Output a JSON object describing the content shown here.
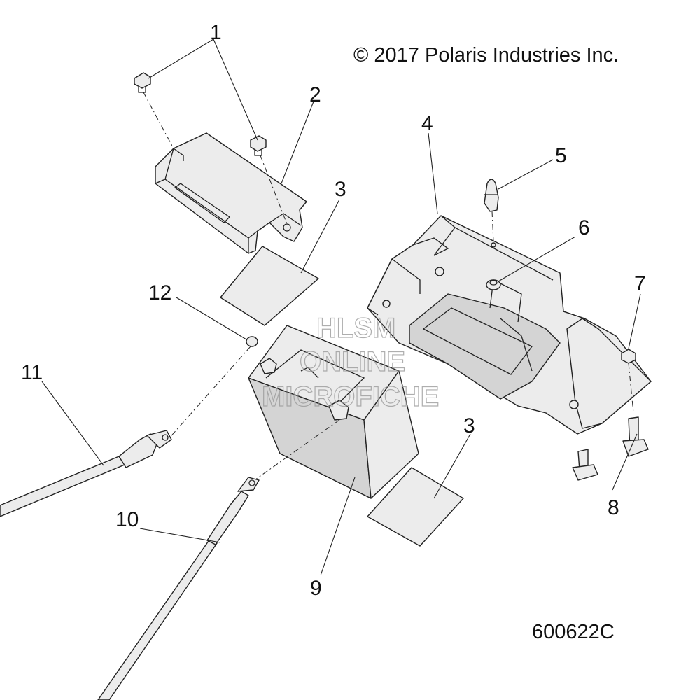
{
  "copyright": "© 2017 Polaris Industries Inc.",
  "diagram_code": "600622C",
  "watermark": {
    "line1": "HLSM",
    "line2": "ONLINE",
    "line3": "MICROFICHE"
  },
  "callouts": {
    "c1": "1",
    "c2": "2",
    "c3a": "3",
    "c3b": "3",
    "c4": "4",
    "c5": "5",
    "c6": "6",
    "c7": "7",
    "c8": "8",
    "c9": "9",
    "c10": "10",
    "c11": "11",
    "c12": "12"
  }
}
